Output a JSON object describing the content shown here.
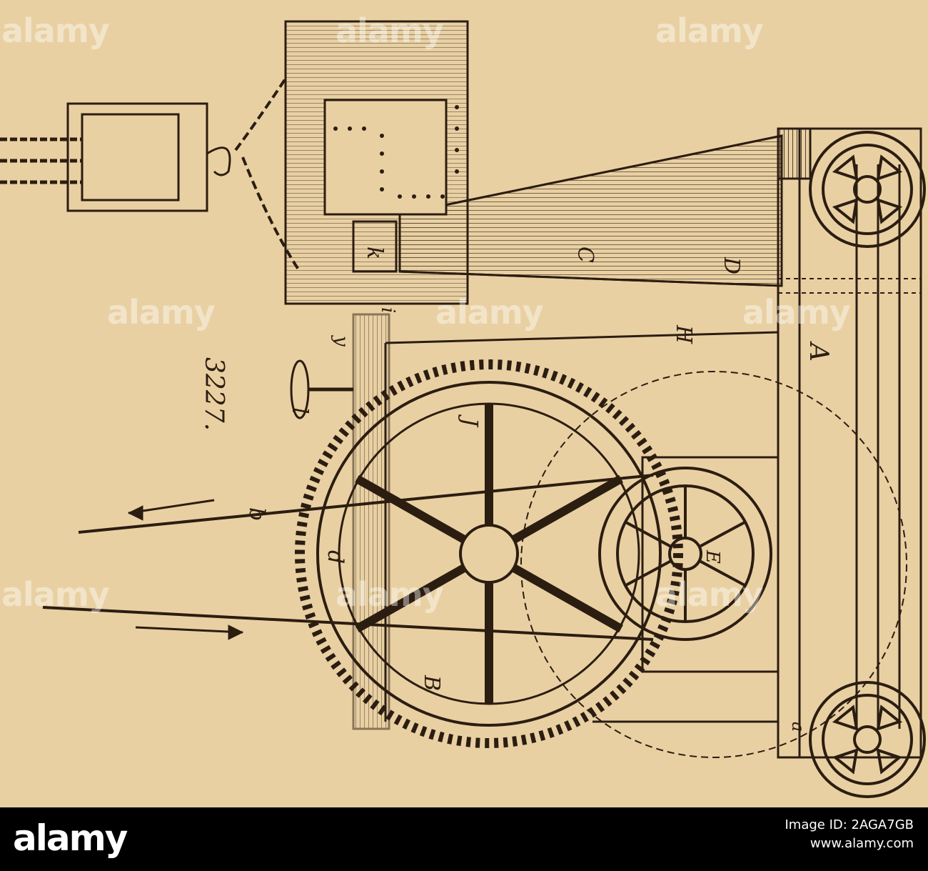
{
  "figure": {
    "number": "3227.",
    "labels": {
      "A": "A",
      "B": "B",
      "C": "C",
      "D": "D",
      "E": "E",
      "H": "H",
      "J": "J",
      "K": "k",
      "b": "b",
      "d": "d",
      "l": "l",
      "y": "y",
      "i": "i",
      "a": "a"
    }
  },
  "watermark": {
    "text": "alamy"
  },
  "footer": {
    "logo": "alamy",
    "image_id": "Image ID: 2AGA7GB",
    "site": "www.alamy.com"
  },
  "colors": {
    "paper": "#e9d0a3",
    "ink": "#2b1d10",
    "footer": "#000000"
  }
}
